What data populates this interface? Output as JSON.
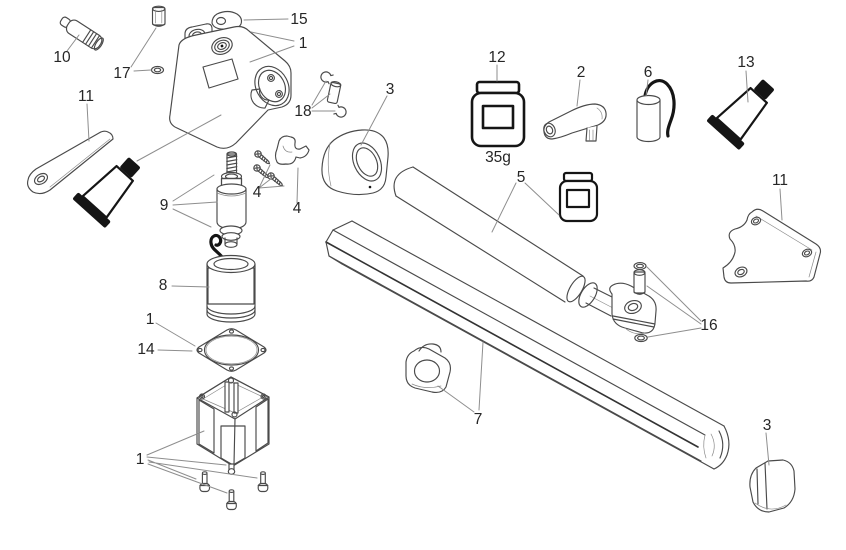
{
  "page": {
    "background": "#ffffff"
  },
  "diagram": {
    "kind": "exploded-parts-diagram",
    "colors": {
      "line": "#4a4a4a",
      "leader": "#8e8e8e",
      "label": "#262626",
      "solid": "#151515"
    },
    "labels": {
      "l10": "10",
      "l17": "17",
      "l15": "15",
      "l1_housing": "1",
      "l11_left": "11",
      "l18": "18",
      "l3_cover": "3",
      "l9": "9",
      "l4_screws": "4",
      "l4_clamp": "4",
      "l8": "8",
      "l1_gasket": "1",
      "l14": "14",
      "l1_motor": "1",
      "l12": "12",
      "grease_weight": "35g",
      "l2": "2",
      "l6": "6",
      "l13": "13",
      "l5": "5",
      "l11_right": "11",
      "l16": "16",
      "l7": "7",
      "l3_endcap": "3"
    }
  }
}
